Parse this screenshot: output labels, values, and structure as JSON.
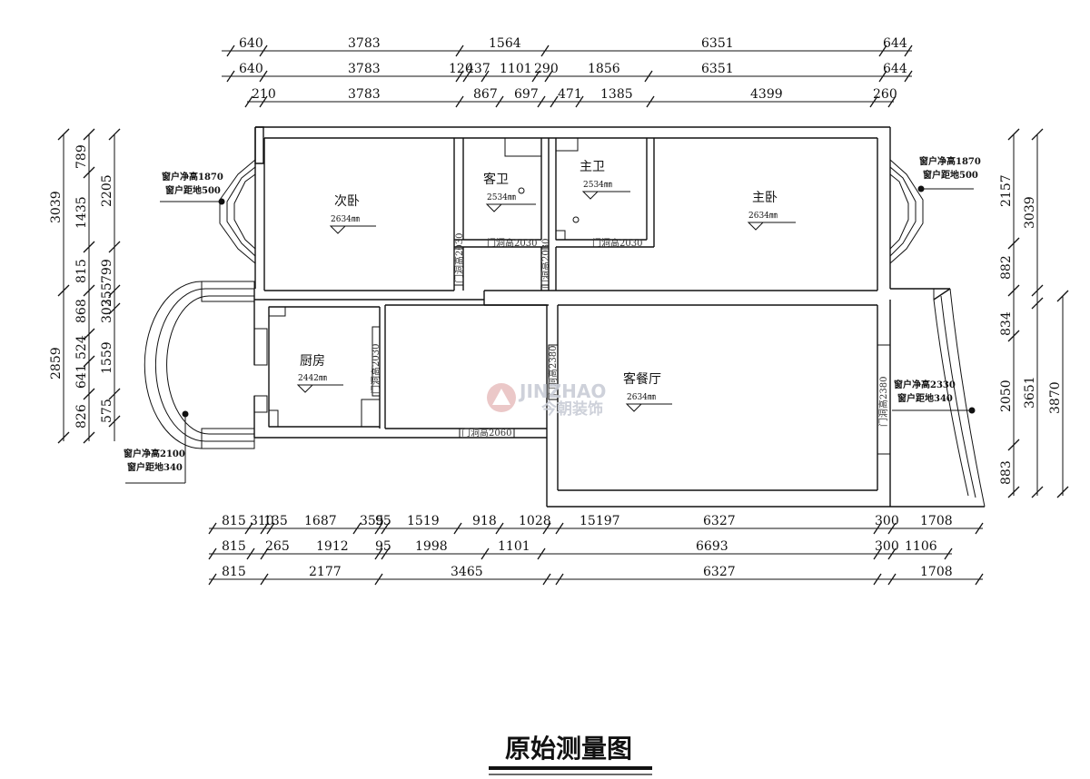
{
  "title": "原始测量图",
  "watermark": {
    "brand_en": "JINZHAO",
    "brand_cn": "今朝装饰"
  },
  "rooms": [
    {
      "id": "ciwo",
      "name": "次卧",
      "height": "2634㎜"
    },
    {
      "id": "kewei",
      "name": "客卫",
      "height": "2534㎜"
    },
    {
      "id": "zhuwei",
      "name": "主卫",
      "height": "2534㎜"
    },
    {
      "id": "zhuwo",
      "name": "主卧",
      "height": "2634㎜"
    },
    {
      "id": "chufang",
      "name": "厨房",
      "height": "2442㎜"
    },
    {
      "id": "kecanting",
      "name": "客餐厅",
      "height": "2634㎜"
    }
  ],
  "door_labels": [
    "门洞高2030",
    "门洞高2030",
    "门洞高2030",
    "门洞高2030",
    "门洞高2030",
    "门洞高2380",
    "门洞高2060",
    "门洞高2380"
  ],
  "window_notes": [
    {
      "line1": "窗户净高1870",
      "line2": "窗户距地500"
    },
    {
      "line1": "窗户净高1870",
      "line2": "窗户距地500"
    },
    {
      "line1": "窗户净高2100",
      "line2": "窗户距地340"
    },
    {
      "line1": "窗户净高2330",
      "line2": "窗户距地340"
    }
  ],
  "dims": {
    "top1": [
      "640",
      "3783",
      "1564",
      "6351",
      "644"
    ],
    "top2": [
      "640",
      "3783",
      "120",
      "437",
      "1101",
      "290",
      "1856",
      "6351",
      "644"
    ],
    "top3": [
      "210",
      "3783",
      "867",
      "697",
      "471",
      "1385",
      "4399",
      "260"
    ],
    "bottom1": [
      "815",
      "310",
      "135",
      "1687",
      "355",
      "95",
      "1519",
      "918",
      "1028",
      "15197",
      "6327",
      "300",
      "1708"
    ],
    "bottom2": [
      "815",
      "265",
      "1912",
      "95",
      "1998",
      "1101",
      "6693",
      "300",
      "1106"
    ],
    "bottom3": [
      "815",
      "2177",
      "3465",
      "6327",
      "1708"
    ],
    "left1": [
      "3039",
      "2859"
    ],
    "left2": [
      "789",
      "1435",
      "815",
      "868",
      "524",
      "641",
      "826"
    ],
    "left3": [
      "2205",
      "799",
      "355",
      "302",
      "1559",
      "575"
    ],
    "right1": [
      "2157",
      "882",
      "834",
      "2050",
      "883"
    ],
    "right2": [
      "3039",
      "3651"
    ],
    "right3": [
      "3870"
    ]
  }
}
